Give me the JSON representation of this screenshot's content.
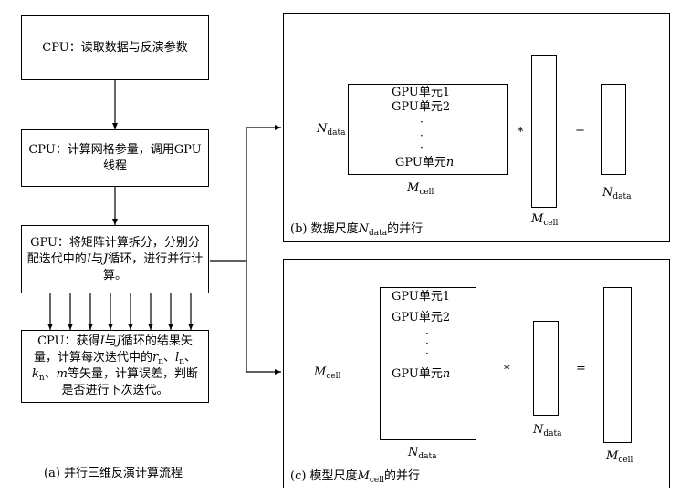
{
  "flow": {
    "step1": "CPU：读取数据与反演参数",
    "step2": "CPU：计算网格参量，调用GPU线程",
    "step3": "GPU：将矩阵计算拆分，分别分配迭代中的I与J循环，进行并行计算。",
    "step4": "CPU：获得I与J循环的结果矢量，计算每次迭代中的rn、ln、kn、m等矢量，计算误差，判断是否进行下次迭代。",
    "caption": "(a) 并行三维反演计算流程"
  },
  "panel_b": {
    "gpu1": "GPU单元1",
    "gpu2": "GPU单元2",
    "gpun": "GPU单元n",
    "row_label": "N_data",
    "col_label": "M_cell",
    "vector_label": "M_cell",
    "result_label": "N_data",
    "multiply": "*",
    "equals": "=",
    "caption": "(b) 数据尺度N_data的并行"
  },
  "panel_c": {
    "gpu1": "GPU单元1",
    "gpu2": "GPU单元2",
    "gpun": "GPU单元n",
    "row_label": "M_cell",
    "col_label": "N_data",
    "vector_label": "N_data",
    "result_label": "M_cell",
    "multiply": "*",
    "equals": "=",
    "caption": "(c) 模型尺度M_cell的并行"
  }
}
